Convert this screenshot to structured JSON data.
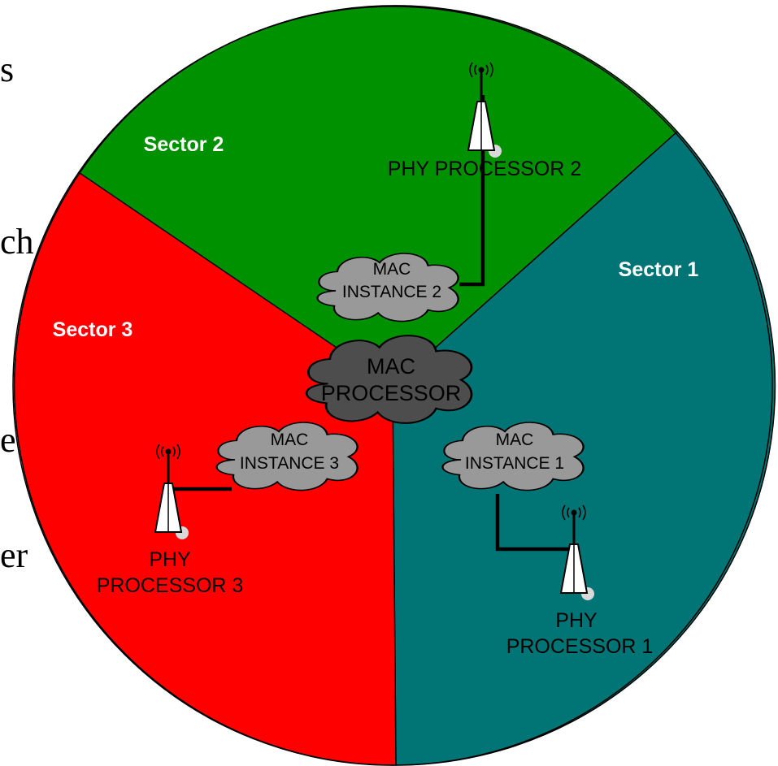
{
  "colors": {
    "sector1": "#017575",
    "sector2": "#009100",
    "sector3": "#ff0000",
    "mac_processor": "#4d4d4d",
    "mac_instance": "#999999",
    "antenna": "#ffffff",
    "link": "#000000"
  },
  "text_fragments": [
    "s",
    "ch",
    "e",
    "er"
  ],
  "sectors": [
    {
      "label": "Sector 1"
    },
    {
      "label": "Sector 2"
    },
    {
      "label": "Sector 3"
    }
  ],
  "mac_processor": {
    "lines": [
      "MAC",
      "PROCESSOR"
    ]
  },
  "mac_instances": [
    {
      "lines": [
        "MAC",
        "INSTANCE 1"
      ]
    },
    {
      "lines": [
        "MAC",
        "INSTANCE 2"
      ]
    },
    {
      "lines": [
        "MAC",
        "INSTANCE 3"
      ]
    }
  ],
  "phy_processors": [
    {
      "lines": [
        "PHY",
        "PROCESSOR 1"
      ]
    },
    {
      "lines": [
        "PHY PROCESSOR 2"
      ]
    },
    {
      "lines": [
        "PHY",
        "PROCESSOR 3"
      ]
    }
  ],
  "icons": {
    "antenna": "cell-tower-antenna-icon",
    "cloud": "cloud-shape"
  }
}
